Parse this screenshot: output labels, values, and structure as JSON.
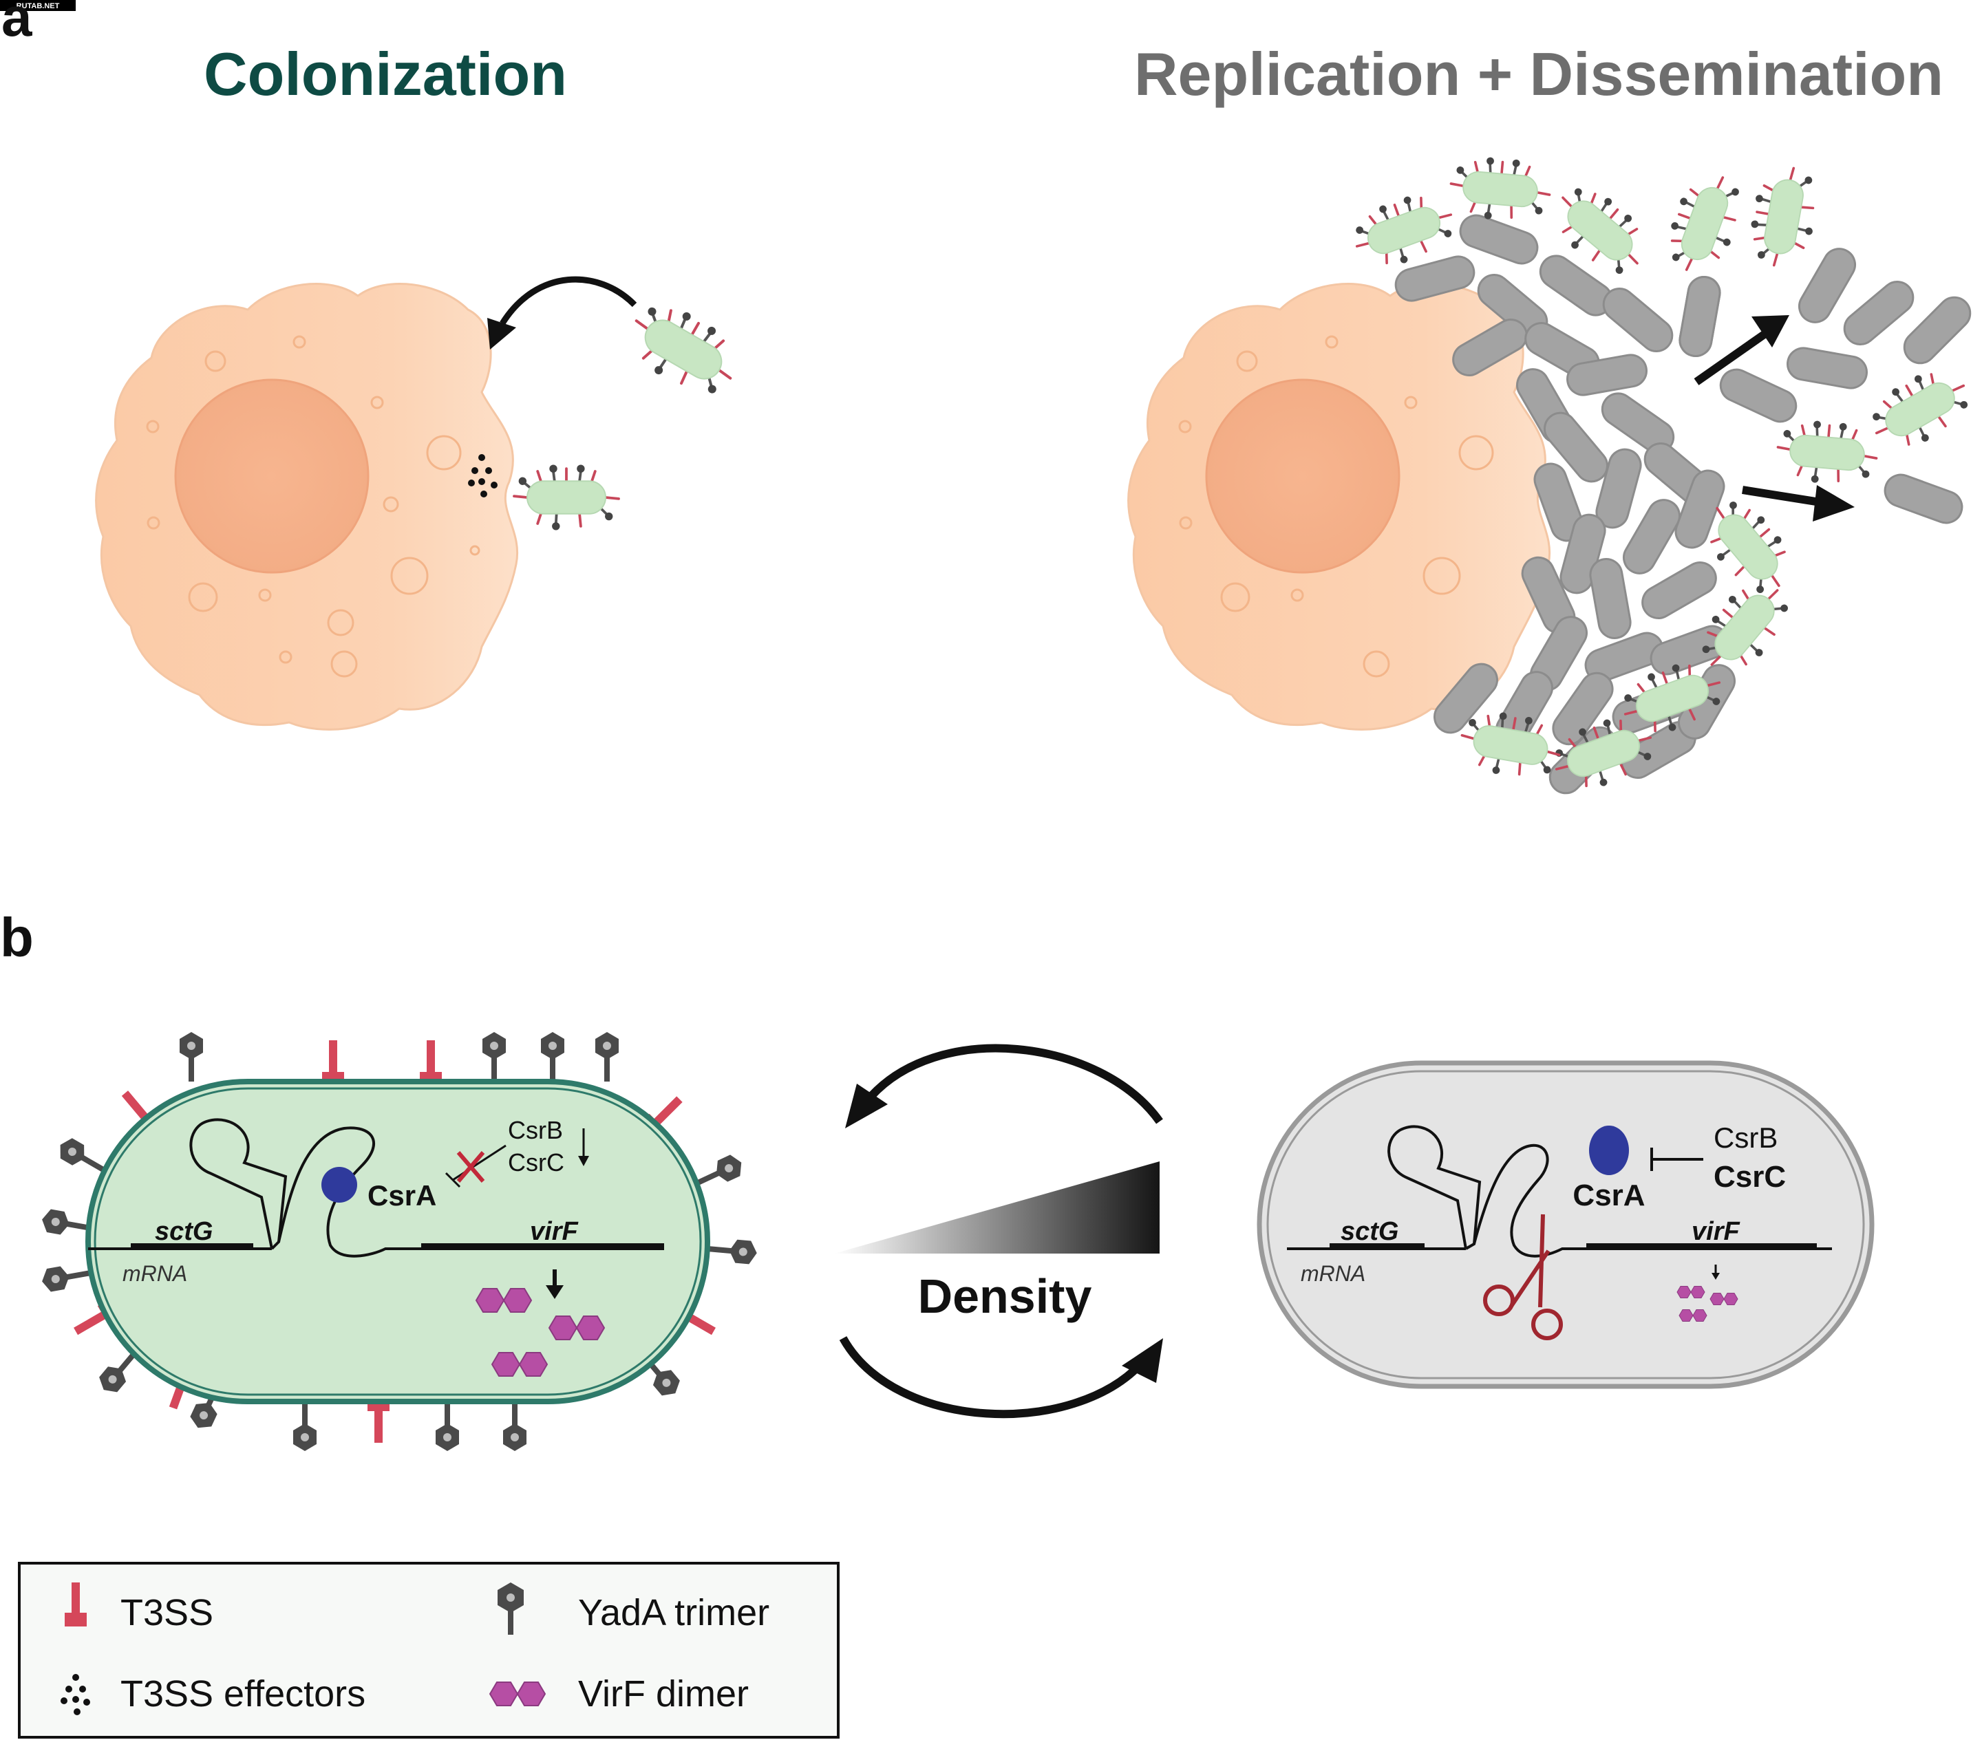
{
  "watermark": "RUTAB.NET",
  "panel_a": {
    "letter": "a",
    "title_left": "Colonization",
    "title_right": "Replication + Dissemination"
  },
  "panel_b": {
    "letter": "b",
    "density_label": "Density",
    "left_cell": {
      "gene1": "sctG",
      "mrna": "mRNA",
      "protein": "CsrA",
      "srna1": "CsrB",
      "srna2": "CsrC",
      "gene2": "virF"
    },
    "right_cell": {
      "gene1": "sctG",
      "mrna": "mRNA",
      "protein": "CsrA",
      "srna1": "CsrB",
      "srna2": "CsrC",
      "gene2": "virF"
    }
  },
  "legend": {
    "items": [
      {
        "icon": "t3ss-icon",
        "label": "T3SS"
      },
      {
        "icon": "yada-trimer-icon",
        "label": "YadA trimer"
      },
      {
        "icon": "t3ss-effectors-icon",
        "label": "T3SS effectors"
      },
      {
        "icon": "virf-dimer-icon",
        "label": "VirF dimer"
      }
    ]
  },
  "colors": {
    "title_left": "#0e4b44",
    "title_right": "#6e6e6e",
    "host_cell": "#fbcfad",
    "host_nucleus": "#f6b48c",
    "bacterium_green": "#cde8cc",
    "bacterium_gray": "#9b9b9b",
    "t3ss": "#d44a5c",
    "yada": "#4a4a4a",
    "csra": "#303c9c",
    "virf": "#b94fa6",
    "scissors": "#a0262f"
  }
}
